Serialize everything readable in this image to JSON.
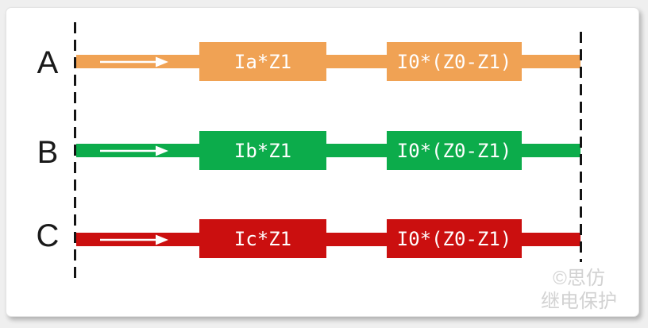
{
  "rows": [
    {
      "label": "A",
      "color": "#F0A254",
      "block1_label": "Ia*Z1",
      "block2_label": "I0*(Z0-Z1)"
    },
    {
      "label": "B",
      "color": "#0CAC4B",
      "block1_label": "Ib*Z1",
      "block2_label": "I0*(Z0-Z1)"
    },
    {
      "label": "C",
      "color": "#CB0F0F",
      "block1_label": "Ic*Z1",
      "block2_label": "I0*(Z0-Z1)"
    }
  ],
  "boundaries": {
    "color": "#141414"
  },
  "arrow": {
    "color": "#FFFFFF"
  },
  "watermark": {
    "line1": "©思仿",
    "line2": "继电保护",
    "color": "#D2D2D2"
  }
}
